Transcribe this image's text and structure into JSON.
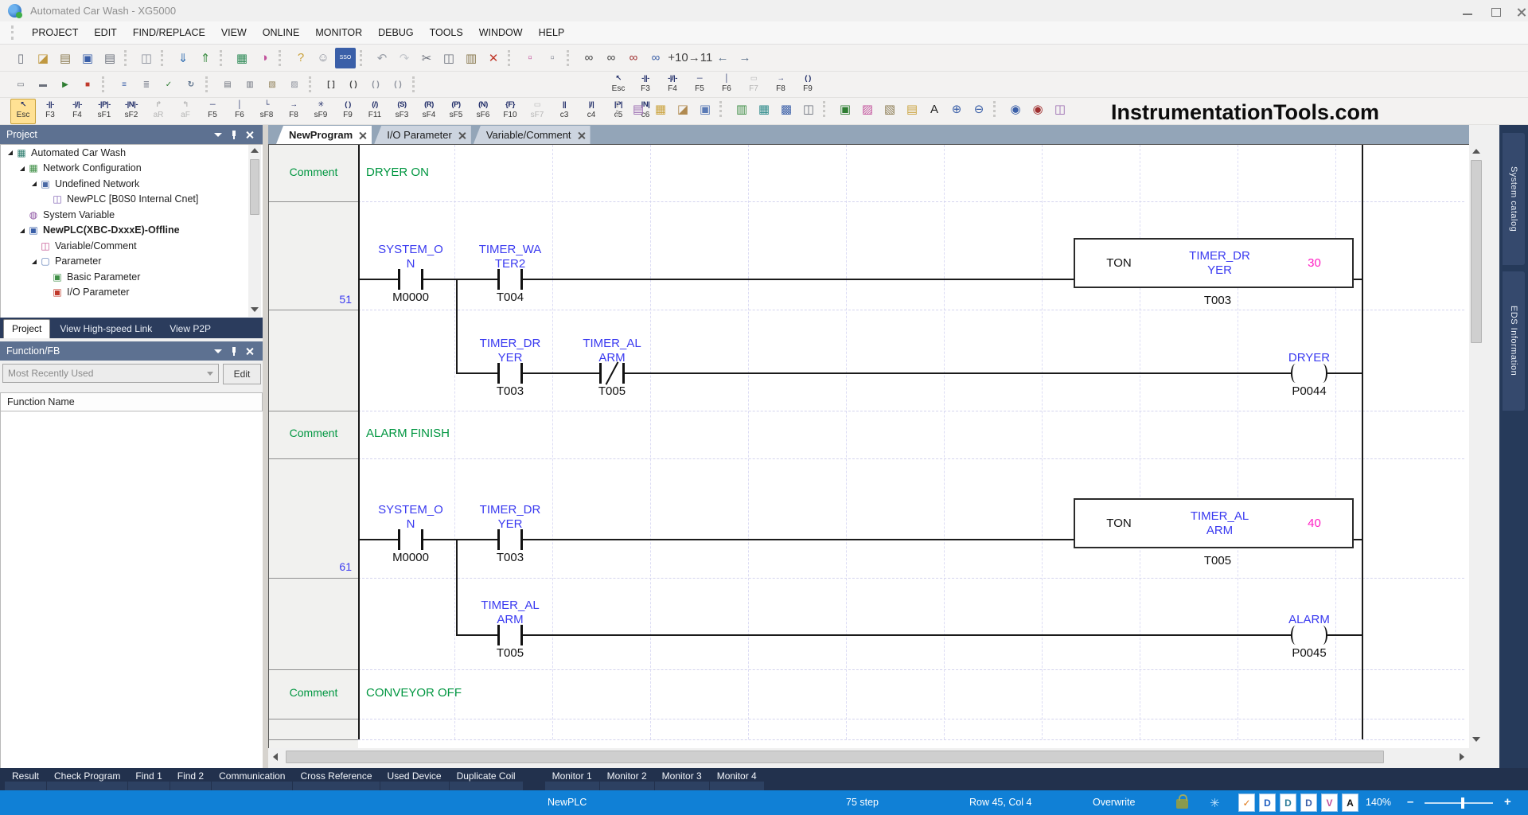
{
  "window": {
    "title": "Automated Car Wash - XG5000"
  },
  "menu": {
    "items": [
      {
        "name": "menu-project",
        "label": "PROJECT"
      },
      {
        "name": "menu-edit",
        "label": "EDIT"
      },
      {
        "name": "menu-find-replace",
        "label": "FIND/REPLACE"
      },
      {
        "name": "menu-view",
        "label": "VIEW"
      },
      {
        "name": "menu-online",
        "label": "ONLINE"
      },
      {
        "name": "menu-monitor",
        "label": "MONITOR"
      },
      {
        "name": "menu-debug",
        "label": "DEBUG"
      },
      {
        "name": "menu-tools",
        "label": "TOOLS"
      },
      {
        "name": "menu-window",
        "label": "WINDOW"
      },
      {
        "name": "menu-help",
        "label": "HELP"
      }
    ]
  },
  "tb1": {
    "icons": [
      {
        "name": "new-project-icon",
        "glyph": "▯",
        "gcolor": "#6a6f7a"
      },
      {
        "name": "open-project-icon",
        "glyph": "◪",
        "gcolor": "#c09840"
      },
      {
        "name": "import-project-icon",
        "glyph": "▤",
        "gcolor": "#8a7a50"
      },
      {
        "name": "save-project-icon",
        "glyph": "▣",
        "gcolor": "#3a5fa8"
      },
      {
        "name": "print-icon",
        "glyph": "▤",
        "gcolor": "#6a6f7a"
      },
      {
        "sep": true
      },
      {
        "name": "print-preview-icon",
        "glyph": "◫",
        "gcolor": "#8a8f9a"
      },
      {
        "sep": true
      },
      {
        "name": "write-to-plc-icon",
        "glyph": "⇓",
        "gcolor": "#2f6db0"
      },
      {
        "name": "read-from-plc-icon",
        "glyph": "⇑",
        "gcolor": "#3f8f46"
      },
      {
        "sep": true
      },
      {
        "name": "start-monitor-icon",
        "glyph": "▦",
        "gcolor": "#2e8b57"
      },
      {
        "name": "change-mode-icon",
        "glyph": "◑",
        "gcolor": "#c2529c"
      },
      {
        "sep": true
      },
      {
        "name": "help-tip-icon",
        "glyph": "?",
        "gcolor": "#caa23c"
      },
      {
        "name": "remote-support-icon",
        "glyph": "☺",
        "gcolor": "#8a8f9a"
      },
      {
        "name": "sso-icon",
        "glyph": "SSO",
        "gcolor": "#ffffff",
        "bgc": "#3a5fa8"
      },
      {
        "sep": true
      },
      {
        "name": "undo-icon",
        "glyph": "↶",
        "gcolor": "#9a9fa8"
      },
      {
        "name": "redo-icon",
        "glyph": "↷",
        "gcolor": "#c5c8cd"
      },
      {
        "name": "cut-icon",
        "glyph": "✂",
        "gcolor": "#6a6f7a"
      },
      {
        "name": "copy-icon",
        "glyph": "◫",
        "gcolor": "#6a6f7a"
      },
      {
        "name": "paste-icon",
        "glyph": "▥",
        "gcolor": "#8a7a50"
      },
      {
        "name": "delete-icon",
        "glyph": "✕",
        "gcolor": "#c0392b"
      },
      {
        "sep": true
      },
      {
        "name": "insert-node-icon",
        "glyph": "▫",
        "gcolor": "#c2529c"
      },
      {
        "name": "append-node-icon",
        "glyph": "▫",
        "gcolor": "#8a8f9a"
      },
      {
        "sep": true
      },
      {
        "name": "find-icon",
        "glyph": "∞",
        "gcolor": "#444"
      },
      {
        "name": "find-replace-icon",
        "glyph": "∞",
        "gcolor": "#444"
      },
      {
        "name": "find-device-icon",
        "glyph": "∞",
        "gcolor": "#a03030"
      },
      {
        "name": "find-all-icon",
        "glyph": "∞",
        "gcolor": "#3a5fa8"
      },
      {
        "name": "goto-step-plus10-icon",
        "glyph": "+10",
        "gcolor": "#444"
      },
      {
        "name": "goto-step-11-icon",
        "glyph": "→11",
        "gcolor": "#444"
      },
      {
        "name": "back-icon",
        "glyph": "←",
        "gcolor": "#5a6f8a"
      },
      {
        "name": "forward-icon",
        "glyph": "→",
        "gcolor": "#5a6f8a"
      }
    ]
  },
  "tb2": {
    "icons": [
      {
        "name": "insert-cell-icon",
        "glyph": "▭",
        "gcolor": "#6a6f7a"
      },
      {
        "name": "append-cell-icon",
        "glyph": "▬",
        "gcolor": "#6a6f7a"
      },
      {
        "name": "run-icon",
        "glyph": "▶",
        "gcolor": "#2e7d32"
      },
      {
        "name": "stop-icon",
        "glyph": "■",
        "gcolor": "#c0392b"
      },
      {
        "sep": true
      },
      {
        "name": "connect-icon",
        "glyph": "≡",
        "gcolor": "#3a5fa8"
      },
      {
        "name": "disconnect-icon",
        "glyph": "≣",
        "gcolor": "#8a8f9a"
      },
      {
        "name": "program-check-icon",
        "glyph": "✓",
        "gcolor": "#2e7d32"
      },
      {
        "name": "refresh-icon",
        "glyph": "↻",
        "gcolor": "#5a6f8a"
      },
      {
        "sep": true
      },
      {
        "name": "insert-line-icon",
        "glyph": "▤",
        "gcolor": "#6a6f7a"
      },
      {
        "name": "delete-line-icon",
        "glyph": "▥",
        "gcolor": "#6a6f7a"
      },
      {
        "name": "block-mask-icon",
        "glyph": "▧",
        "gcolor": "#8a7a50"
      },
      {
        "name": "block-clear-icon",
        "glyph": "▨",
        "gcolor": "#8a8f9a"
      },
      {
        "sep": true
      },
      {
        "name": "open-bracket-icon",
        "glyph": "[ ]",
        "gcolor": "#444"
      },
      {
        "name": "close-bracket-icon",
        "glyph": "( )",
        "gcolor": "#444"
      },
      {
        "name": "paren-open-icon",
        "glyph": "( )",
        "gcolor": "#8a8f9a"
      },
      {
        "name": "paren-close-icon",
        "glyph": "( )",
        "gcolor": "#8a8f9a"
      },
      {
        "sep": true
      }
    ],
    "keys": [
      {
        "name": "key-il-esc",
        "glyph": "↖",
        "label": "Esc"
      },
      {
        "name": "key-il-f3",
        "glyph": "-||-",
        "label": "F3"
      },
      {
        "name": "key-il-f4",
        "glyph": "-|/|-",
        "label": "F4"
      },
      {
        "name": "key-il-f5",
        "glyph": "─",
        "label": "F5"
      },
      {
        "name": "key-il-f6",
        "glyph": "│",
        "label": "F6"
      },
      {
        "name": "key-il-f7",
        "glyph": "▭",
        "label": "F7",
        "gray": true
      },
      {
        "name": "key-il-f8",
        "glyph": "→",
        "label": "F8"
      },
      {
        "name": "key-il-f9",
        "glyph": "( )",
        "label": "F9"
      }
    ]
  },
  "tb3": {
    "keys": [
      {
        "name": "key-esc",
        "glyph": "↖",
        "label": "Esc",
        "active": true
      },
      {
        "name": "key-f3",
        "glyph": "-||-",
        "label": "F3"
      },
      {
        "name": "key-f4",
        "glyph": "-|/|-",
        "label": "F4"
      },
      {
        "name": "key-sf1",
        "glyph": "-|P|-",
        "label": "sF1"
      },
      {
        "name": "key-sf2",
        "glyph": "-|N|-",
        "label": "sF2"
      },
      {
        "name": "key-ar",
        "glyph": "↱",
        "label": "aR",
        "gray": true
      },
      {
        "name": "key-af",
        "glyph": "↰",
        "label": "aF",
        "gray": true
      },
      {
        "name": "key-f5",
        "glyph": "─",
        "label": "F5"
      },
      {
        "name": "key-f6",
        "glyph": "│",
        "label": "F6"
      },
      {
        "name": "key-sf8",
        "glyph": "└",
        "label": "sF8"
      },
      {
        "name": "key-f8",
        "glyph": "→",
        "label": "F8"
      },
      {
        "name": "key-sf9",
        "glyph": "✳",
        "label": "sF9"
      },
      {
        "name": "key-f9",
        "glyph": "( )",
        "label": "F9"
      },
      {
        "name": "key-f11",
        "glyph": "(/)",
        "label": "F11"
      },
      {
        "name": "key-sf3",
        "glyph": "(S)",
        "label": "sF3"
      },
      {
        "name": "key-sf4",
        "glyph": "(R)",
        "label": "sF4"
      },
      {
        "name": "key-sf5",
        "glyph": "(P)",
        "label": "sF5"
      },
      {
        "name": "key-sf6",
        "glyph": "(N)",
        "label": "sF6"
      },
      {
        "name": "key-f10",
        "glyph": "{F}",
        "label": "F10"
      },
      {
        "name": "key-sf7",
        "glyph": "▭",
        "label": "sF7",
        "gray": true
      },
      {
        "name": "key-c3",
        "glyph": "||",
        "label": "c3"
      },
      {
        "name": "key-c4",
        "glyph": "|/|",
        "label": "c4"
      },
      {
        "name": "key-c5",
        "glyph": "|P|",
        "label": "c5"
      },
      {
        "name": "key-c6",
        "glyph": "|N|",
        "label": "c6"
      }
    ],
    "icons": [
      {
        "sep": true
      },
      {
        "name": "comment-view-icon",
        "glyph": "▤",
        "gcolor": "#9a6ab0"
      },
      {
        "name": "device-view-icon",
        "glyph": "▦",
        "gcolor": "#caa23c"
      },
      {
        "name": "used-device-view-icon",
        "glyph": "◪",
        "gcolor": "#b08a50"
      },
      {
        "name": "program-list-icon",
        "glyph": "▣",
        "gcolor": "#5a7ab5"
      },
      {
        "sep": true
      },
      {
        "name": "variable-table-icon",
        "glyph": "▥",
        "gcolor": "#3f8f46"
      },
      {
        "name": "memory-table-icon",
        "glyph": "▦",
        "gcolor": "#2e8b8b"
      },
      {
        "name": "io-table-icon",
        "glyph": "▩",
        "gcolor": "#3a5fa8"
      },
      {
        "name": "data-table-icon",
        "glyph": "◫",
        "gcolor": "#6a6f7a"
      },
      {
        "sep": true
      },
      {
        "name": "device-monitor-icon",
        "glyph": "▣",
        "gcolor": "#2e7d32"
      },
      {
        "name": "trend-monitor-icon",
        "glyph": "▨",
        "gcolor": "#c2529c"
      },
      {
        "name": "special-module-icon",
        "glyph": "▧",
        "gcolor": "#8a7a50"
      },
      {
        "name": "custom-events-icon",
        "glyph": "▤",
        "gcolor": "#caa23c"
      },
      {
        "name": "text-mode-icon",
        "glyph": "A",
        "gcolor": "#222"
      },
      {
        "name": "zoom-in-icon",
        "glyph": "⊕",
        "gcolor": "#3a5fa8"
      },
      {
        "name": "zoom-out-icon",
        "glyph": "⊖",
        "gcolor": "#3a5fa8"
      },
      {
        "sep": true
      },
      {
        "name": "web-link-icon",
        "glyph": "◉",
        "gcolor": "#3a5fa8"
      },
      {
        "name": "error-check-icon",
        "glyph": "◉",
        "gcolor": "#a03030"
      },
      {
        "name": "manual-icon",
        "glyph": "◫",
        "gcolor": "#9a6ab0"
      }
    ]
  },
  "watermark": {
    "text": "InstrumentationTools.com"
  },
  "project_panel": {
    "title": "Project",
    "tree": [
      {
        "name": "tree-item-project-root",
        "level": 0,
        "exp": "◢",
        "glyph": "▦",
        "gcolor": "#2e7d6e",
        "label": "Automated Car Wash"
      },
      {
        "name": "tree-item-network-configuration",
        "level": 1,
        "exp": "◢",
        "glyph": "▦",
        "gcolor": "#3f8f46",
        "label": "Network Configuration"
      },
      {
        "name": "tree-item-undefined-network",
        "level": 2,
        "exp": "◢",
        "glyph": "▣",
        "gcolor": "#4a69a5",
        "label": "Undefined Network"
      },
      {
        "name": "tree-item-newplc-cnet",
        "level": 3,
        "exp": "",
        "glyph": "◫",
        "gcolor": "#7a5ab0",
        "label": "NewPLC [B0S0 Internal Cnet]"
      },
      {
        "name": "tree-item-system-variable",
        "level": 1,
        "exp": "",
        "glyph": "◍",
        "gcolor": "#8a4ea0",
        "label": "System Variable"
      },
      {
        "name": "tree-item-newplc-offline",
        "level": 1,
        "exp": "◢",
        "glyph": "▣",
        "gcolor": "#3a5fa8",
        "label": "NewPLC(XBC-DxxxE)-Offline",
        "bold": true
      },
      {
        "name": "tree-item-variable-comment",
        "level": 2,
        "exp": "",
        "glyph": "◫",
        "gcolor": "#c04a8a",
        "label": "Variable/Comment"
      },
      {
        "name": "tree-item-parameter",
        "level": 2,
        "exp": "◢",
        "glyph": "▢",
        "gcolor": "#5a7ab5",
        "label": "Parameter"
      },
      {
        "name": "tree-item-basic-parameter",
        "level": 3,
        "exp": "",
        "glyph": "▣",
        "gcolor": "#3f8f46",
        "label": "Basic Parameter"
      },
      {
        "name": "tree-item-io-parameter",
        "level": 3,
        "exp": "",
        "glyph": "▣",
        "gcolor": "#c0392b",
        "label": "I/O Parameter"
      }
    ],
    "tabs": [
      {
        "name": "project-tab-project",
        "label": "Project",
        "active": true
      },
      {
        "name": "project-tab-high-speed-link",
        "label": "View High-speed Link"
      },
      {
        "name": "project-tab-p2p",
        "label": "View P2P"
      }
    ]
  },
  "function_panel": {
    "title": "Function/FB",
    "dropdown_value": "Most Recently Used",
    "edit_button": "Edit",
    "list_header": "Function Name"
  },
  "editor": {
    "tabs": [
      {
        "name": "editor-tab-newprogram",
        "label": "NewProgram",
        "active": true
      },
      {
        "name": "editor-tab-io-parameter",
        "label": "I/O Parameter"
      },
      {
        "name": "editor-tab-variable-comment",
        "label": "Variable/Comment"
      }
    ]
  },
  "ladder": {
    "comment_label": "Comment",
    "c1_text": "DRYER ON",
    "c2_text": "ALARM FINISH",
    "c3_text": "CONVEYOR OFF",
    "r51": {
      "num": "51",
      "k1l1": "SYSTEM_O",
      "k1l2": "N",
      "k1a": "M0000",
      "k2l1": "TIMER_WA",
      "k2l2": "TER2",
      "k2a": "T004",
      "ton": "TON",
      "tnl1": "TIMER_DR",
      "tnl2": "YER",
      "tp": "30",
      "ta": "T003",
      "b1l1": "TIMER_DR",
      "b1l2": "YER",
      "b1a": "T003",
      "b2l1": "TIMER_AL",
      "b2l2": "ARM",
      "b2a": "T005",
      "coil": "DRYER",
      "coila": "P0044"
    },
    "r61": {
      "num": "61",
      "k1l1": "SYSTEM_O",
      "k1l2": "N",
      "k1a": "M0000",
      "k2l1": "TIMER_DR",
      "k2l2": "YER",
      "k2a": "T003",
      "ton": "TON",
      "tnl1": "TIMER_AL",
      "tnl2": "ARM",
      "tp": "40",
      "ta": "T005",
      "b1l1": "TIMER_AL",
      "b1l2": "ARM",
      "b1a": "T005",
      "coil": "ALARM",
      "coila": "P0045"
    }
  },
  "side": {
    "tabs": [
      {
        "name": "side-tab-system-catalog",
        "label": "System catalog"
      },
      {
        "name": "side-tab-eds-information",
        "label": "EDS Information"
      }
    ]
  },
  "bottom": {
    "tabs": [
      {
        "name": "output-tab-result",
        "label": "Result"
      },
      {
        "name": "output-tab-check-program",
        "label": "Check Program"
      },
      {
        "name": "output-tab-find1",
        "label": "Find 1"
      },
      {
        "name": "output-tab-find2",
        "label": "Find 2"
      },
      {
        "name": "output-tab-communication",
        "label": "Communication"
      },
      {
        "name": "output-tab-cross-reference",
        "label": "Cross Reference"
      },
      {
        "name": "output-tab-used-device",
        "label": "Used Device"
      },
      {
        "name": "output-tab-duplicate-coil",
        "label": "Duplicate Coil"
      },
      {
        "spacer": true,
        "w": 26
      },
      {
        "name": "output-tab-monitor1",
        "label": "Monitor 1"
      },
      {
        "name": "output-tab-monitor2",
        "label": "Monitor 2"
      },
      {
        "name": "output-tab-monitor3",
        "label": "Monitor 3"
      },
      {
        "name": "output-tab-monitor4",
        "label": "Monitor 4"
      }
    ]
  },
  "status": {
    "plc": "NewPLC",
    "steps": "75 step",
    "position": "Row 45, Col 4",
    "mode": "Overwrite",
    "zoom": "140%",
    "minus": "–",
    "plus": "+",
    "snow": "✳",
    "icons": [
      {
        "name": "status-variable-check-icon",
        "glyph": "✓",
        "gcolor": "#e07818"
      },
      {
        "name": "status-device-icon",
        "glyph": "D",
        "gcolor": "#1f5fc0"
      },
      {
        "name": "status-device-var-icon",
        "glyph": "D",
        "gcolor": "#2e7d9a"
      },
      {
        "name": "status-device-both-icon",
        "glyph": "D",
        "gcolor": "#3a5fa8"
      },
      {
        "name": "status-var-icon",
        "glyph": "V",
        "gcolor": "#c2529c"
      },
      {
        "name": "status-all-icon",
        "glyph": "A",
        "gcolor": "#111"
      }
    ]
  }
}
